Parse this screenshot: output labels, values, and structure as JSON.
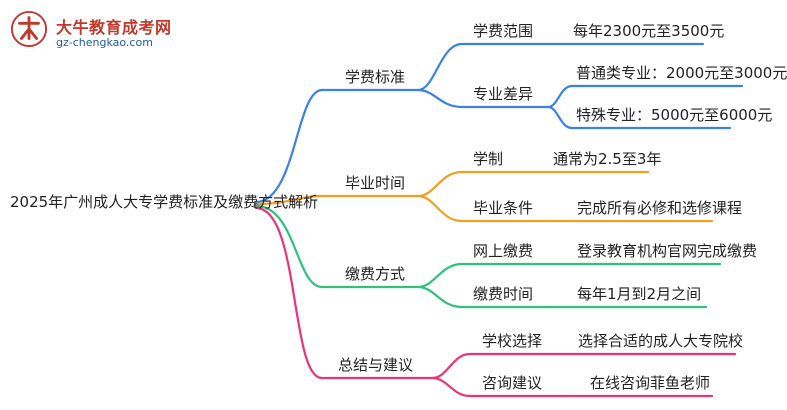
{
  "logo": {
    "site_name": "大牛教育成考网",
    "url": "gz-chengkao.com"
  },
  "root": {
    "label": "2025年广州成人大专学费标准及缴费方式解析"
  },
  "branches": [
    {
      "label": "学费标准",
      "color": "#3b82e0",
      "children": [
        {
          "label": "学费范围",
          "leaves": [
            "每年2300元至3500元"
          ]
        },
        {
          "label": "专业差异",
          "leaves": [
            "普通类专业：2000元至3000元",
            "特殊专业：5000元至6000元"
          ]
        }
      ]
    },
    {
      "label": "毕业时间",
      "color": "#f0a020",
      "children": [
        {
          "label": "学制",
          "leaves": [
            "通常为2.5至3年"
          ]
        },
        {
          "label": "毕业条件",
          "leaves": [
            "完成所有必修和选修课程"
          ]
        }
      ]
    },
    {
      "label": "缴费方式",
      "color": "#2ec27e",
      "children": [
        {
          "label": "网上缴费",
          "leaves": [
            "登录教育机构官网完成缴费"
          ]
        },
        {
          "label": "缴费时间",
          "leaves": [
            "每年1月到2月之间"
          ]
        }
      ]
    },
    {
      "label": "总结与建议",
      "color": "#e8347a",
      "children": [
        {
          "label": "学校选择",
          "leaves": [
            "选择合适的成人大专院校"
          ]
        },
        {
          "label": "咨询建议",
          "leaves": [
            "在线咨询菲鱼老师"
          ]
        }
      ]
    }
  ]
}
